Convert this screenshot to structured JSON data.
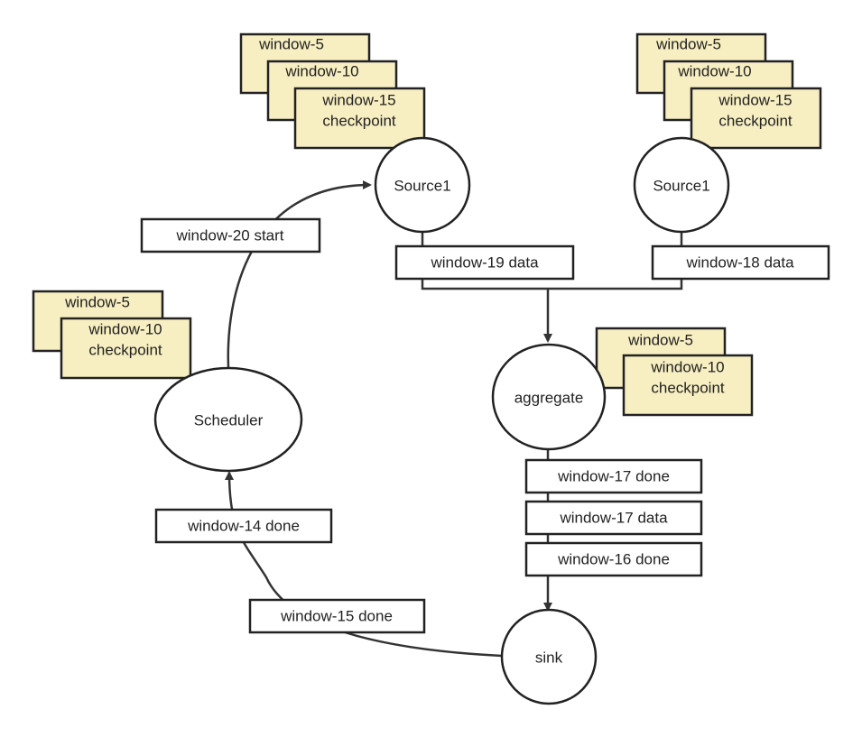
{
  "nodes": {
    "source1_left": "Source1",
    "source1_right": "Source1",
    "scheduler": "Scheduler",
    "aggregate": "aggregate",
    "sink": "sink"
  },
  "messages": {
    "scheduler_start": "window-20 start",
    "source_left_data": "window-19 data",
    "source_right_data": "window-18 data",
    "agg_done_17": "window-17 done",
    "agg_data_17": "window-17 data",
    "agg_done_16": "window-16 done",
    "sched_done_14": "window-14 done",
    "sink_done_15": "window-15 done"
  },
  "checkpoints": {
    "source_left": [
      "window-5",
      "window-10",
      "window-15",
      "checkpoint"
    ],
    "source_right": [
      "window-5",
      "window-10",
      "window-15",
      "checkpoint"
    ],
    "scheduler": [
      "window-5",
      "window-10",
      "checkpoint"
    ],
    "aggregate": [
      "window-5",
      "window-10",
      "checkpoint"
    ]
  },
  "colors": {
    "checkpoint_fill": "#f7eec1",
    "stroke": "#222222",
    "background": "#ffffff"
  }
}
